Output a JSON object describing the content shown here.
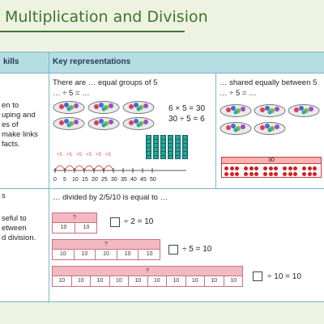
{
  "title": "Multiplication and Division",
  "headers": {
    "col1": "kills",
    "col2": "Key representations"
  },
  "row1": {
    "left_lines": [
      "en to",
      "uping and",
      "es of",
      "make links",
      "facts."
    ],
    "prompt_left": "There are … equal groups of 5",
    "prompt_left_2": "… ÷ 5 = …",
    "eq1": "6 × 5 = 30",
    "eq2": "30 ÷ 5 = 6",
    "number_line": [
      "0",
      "5",
      "10",
      "15",
      "20",
      "25",
      "30",
      "35",
      "40",
      "45",
      "50"
    ],
    "jump_labels": [
      "+5",
      "+5",
      "+5",
      "+5",
      "+5",
      "+5"
    ],
    "prompt_right": "… shared equally between 5",
    "prompt_right_2": "… ÷ 5 = …",
    "counter_total": "30"
  },
  "row2": {
    "left_heading": "s",
    "left_lines": [
      "seful to",
      "etween",
      "d division."
    ],
    "prompt": "… divided by 2/5/10 is equal to …",
    "bar1_top": "?",
    "bar1_cells": [
      "10",
      "10"
    ],
    "eq_bar1": "÷ 2 = 10",
    "bar2_top": "?",
    "bar2_cells": [
      "10",
      "10",
      "10",
      "10",
      "10"
    ],
    "eq_bar2": "÷ 5 = 10",
    "bar3_top": "?",
    "bar3_cells": [
      "10",
      "10",
      "10",
      "10",
      "10",
      "10",
      "10",
      "10",
      "10",
      "10"
    ],
    "eq_bar3": "÷ 10 = 10"
  },
  "colors": {
    "title": "#3e7430",
    "header": "#b7dde4",
    "bar": "#f3b9c2",
    "counter": "#d31f1f"
  }
}
